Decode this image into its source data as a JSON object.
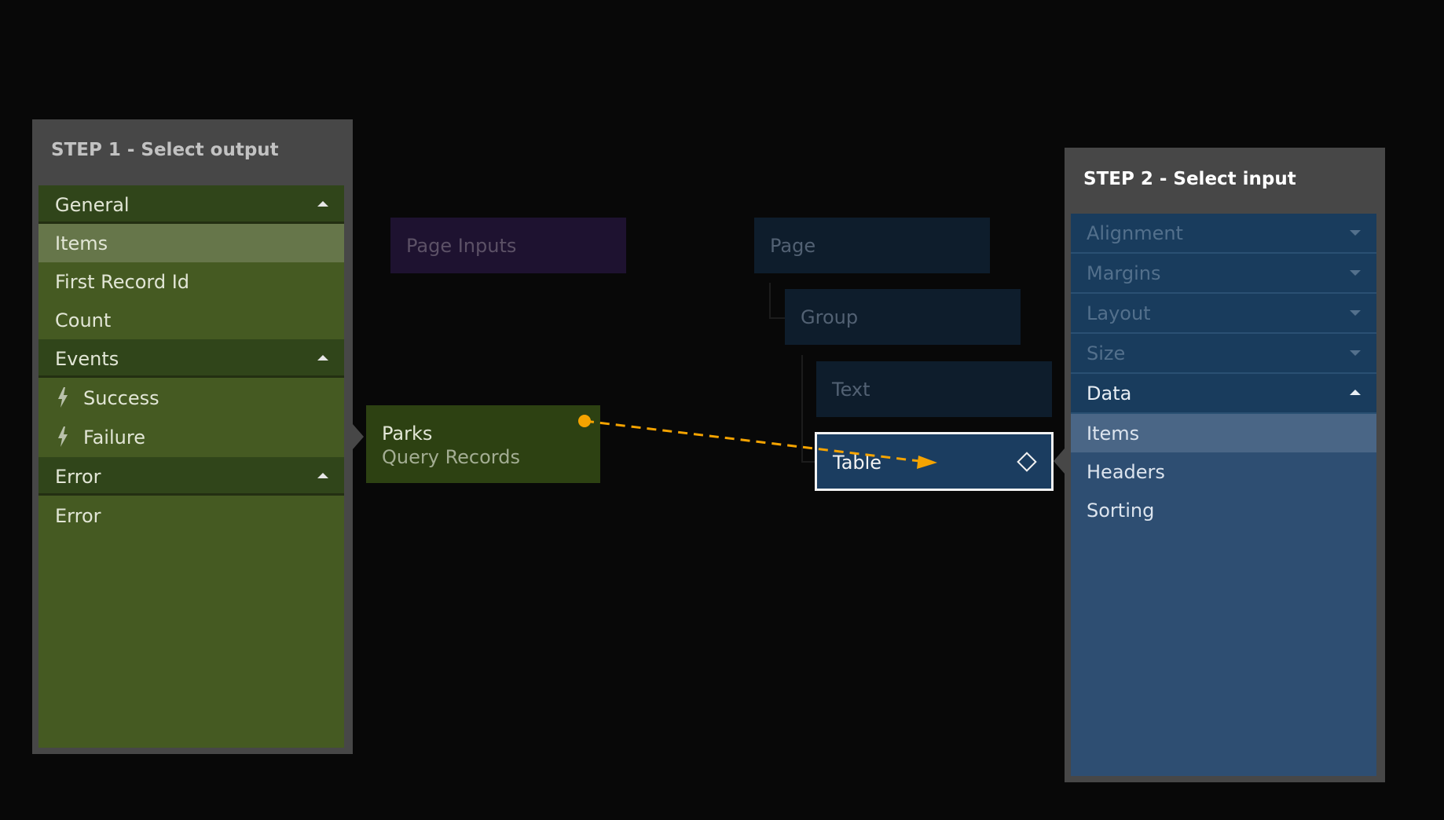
{
  "step1": {
    "title": "STEP 1 - Select output",
    "sections": [
      {
        "label": "General",
        "items": [
          "Items",
          "First Record Id",
          "Count"
        ],
        "selected": "Items"
      },
      {
        "label": "Events",
        "items": [
          "Success",
          "Failure"
        ]
      },
      {
        "label": "Error",
        "items": [
          "Error"
        ]
      }
    ]
  },
  "nodes": {
    "page_inputs": "Page Inputs",
    "page": "Page",
    "group": "Group",
    "text": "Text",
    "table": "Table",
    "parks_title": "Parks",
    "parks_subtitle": "Query Records"
  },
  "step2": {
    "title": "STEP 2 - Select input",
    "sections": [
      "Alignment",
      "Margins",
      "Layout",
      "Size",
      "Data"
    ],
    "expanded_section": "Data",
    "data_items": [
      "Items",
      "Headers",
      "Sorting"
    ],
    "selected": "Items"
  },
  "colors": {
    "connection": "#f5a300",
    "output_panel": "#455a22",
    "input_panel": "#2e4e72"
  },
  "icons": {
    "event": "lightning-bolt-icon",
    "collapse": "caret-up-icon",
    "expand": "caret-down-icon",
    "port": "diamond-icon"
  }
}
